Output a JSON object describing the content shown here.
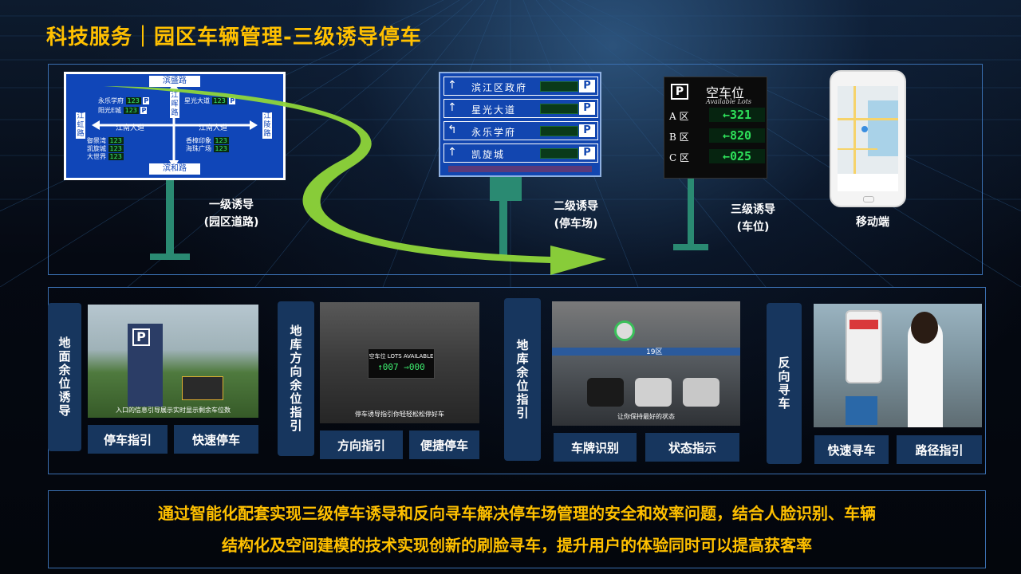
{
  "title": "科技服务｜园区车辆管理-三级诱导停车",
  "sign1": {
    "roads": {
      "top": "滨盛路",
      "bottom": "滨和路",
      "middle_left": "江南大道",
      "middle_right": "江南大道",
      "left": "江虹路",
      "center": "江晖路",
      "right": "江陵路"
    },
    "lots_top_left": [
      {
        "name": "永乐学府",
        "count": "123"
      },
      {
        "name": "阳光E城",
        "count": "123"
      }
    ],
    "lots_top_right": [
      {
        "name": "星光大道",
        "count": "123"
      }
    ],
    "lots_bottom_left": [
      {
        "name": "御景湾",
        "count": "123"
      },
      {
        "name": "凯旋城",
        "count": "123"
      },
      {
        "name": "大世界",
        "count": "123"
      }
    ],
    "lots_bottom_right": [
      {
        "name": "香樟印象",
        "count": "123"
      },
      {
        "name": "海珠广场",
        "count": "123"
      }
    ],
    "label_line1": "一级诱导",
    "label_line2": "(园区道路)"
  },
  "sign2": {
    "rows": [
      {
        "arrow": "↑",
        "name": "滨江区政府"
      },
      {
        "arrow": "↑",
        "name": "星光大道"
      },
      {
        "arrow": "↰",
        "name": "永乐学府"
      },
      {
        "arrow": "↑",
        "name": "凯旋城"
      }
    ],
    "label_line1": "二级诱导",
    "label_line2": "(停车场)"
  },
  "sign3": {
    "title": "空车位",
    "subtitle": "Available Lots",
    "rows": [
      {
        "zone": "A 区",
        "value": "←321"
      },
      {
        "zone": "B 区",
        "value": "←820"
      },
      {
        "zone": "C 区",
        "value": "←025"
      }
    ],
    "label_line1": "三级诱导",
    "label_line2": "(车位)"
  },
  "mobile": {
    "label": "移动端"
  },
  "panels": [
    {
      "label": "地面余位诱导",
      "caption": "入口的信息引导展示实时显示剩余车位数",
      "tags": [
        "停车指引",
        "快速停车"
      ]
    },
    {
      "label": "地库方向余位指引",
      "screen_text": "空车位 LOTS AVAILABLE",
      "screen_value": "↑007 ⇒000",
      "caption": "停车诱导指引你轻轻松松停好车",
      "tags": [
        "方向指引",
        "便捷停车"
      ]
    },
    {
      "label": "地库余位指引",
      "sign_text": "19区",
      "caption": "让你保持最好的状态",
      "tags": [
        "车牌识别",
        "状态指示"
      ]
    },
    {
      "label": "反向寻车",
      "tags": [
        "快速寻车",
        "路径指引"
      ]
    }
  ],
  "summary": {
    "line1": "通过智能化配套实现三级停车诱导和反向寻车解决停车场管理的安全和效率问题，结合人脸识别、车辆",
    "line2": "结构化及空间建模的技术实现创新的刷脸寻车，提升用户的体验同时可以提高获客率"
  },
  "colors": {
    "accent": "#ffc000",
    "frame": "#3a6fb0",
    "tag_bg": "#17365e",
    "sign_blue": "#1046b8",
    "arrow_green": "#8fd63a"
  },
  "icons": [
    "parking-icon",
    "arrow-up-icon",
    "curved-arrow-icon"
  ]
}
